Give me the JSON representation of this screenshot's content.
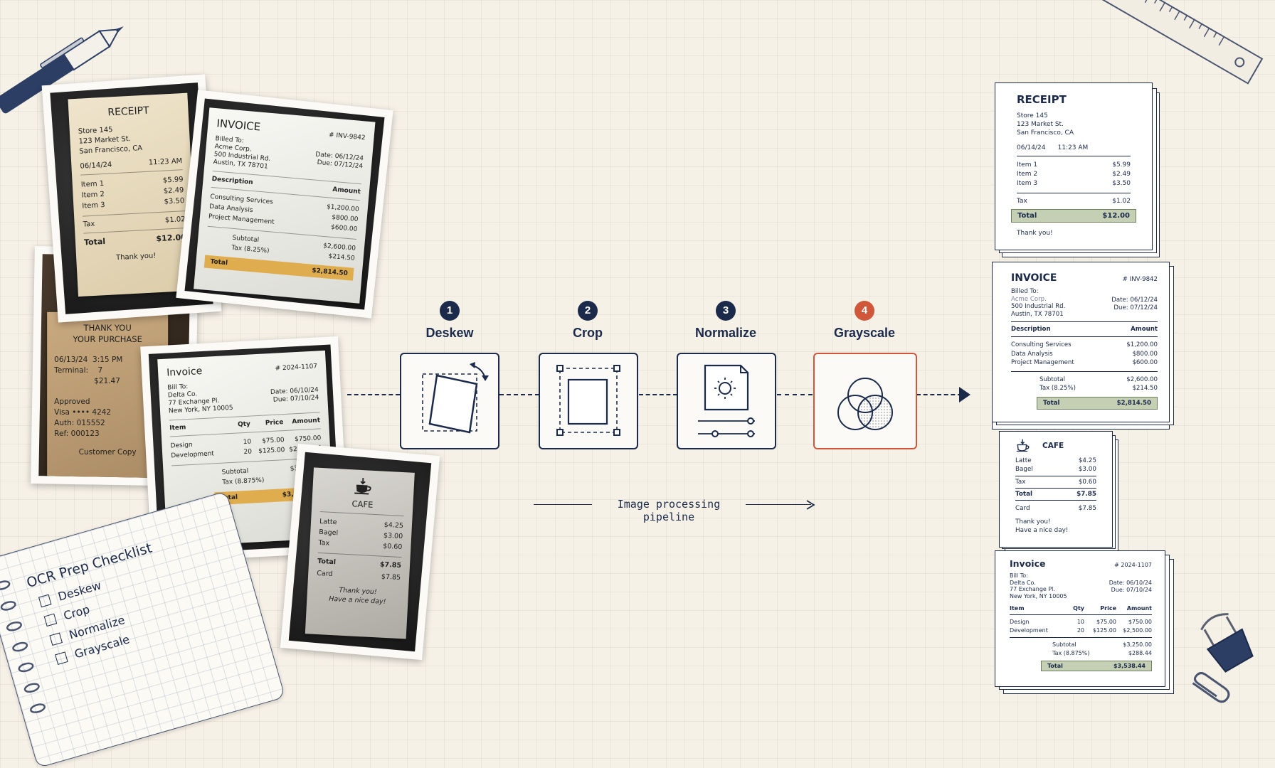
{
  "pipeline": {
    "steps": [
      {
        "num": "1",
        "label": "Deskew"
      },
      {
        "num": "2",
        "label": "Crop"
      },
      {
        "num": "3",
        "label": "Normalize"
      },
      {
        "num": "4",
        "label": "Grayscale"
      }
    ],
    "caption": "Image processing pipeline",
    "accent_color": "#d0573a",
    "ink_color": "#1b2a4a"
  },
  "receipt": {
    "title": "RECEIPT",
    "store": "Store 145",
    "address1": "123 Market St.",
    "address2": "San Francisco, CA",
    "date": "06/14/24",
    "time": "11:23 AM",
    "items": [
      {
        "name": "Item 1",
        "price": "$5.99"
      },
      {
        "name": "Item 2",
        "price": "$2.49"
      },
      {
        "name": "Item 3",
        "price": "$3.50"
      }
    ],
    "tax_label": "Tax",
    "tax": "$1.02",
    "total_label": "Total",
    "total": "$12.00",
    "footer": "Thank you!"
  },
  "invoice1": {
    "title": "INVOICE",
    "number": "# INV-9842",
    "billed_to": "Billed To:",
    "company": "Acme Corp.",
    "address1": "500 Industrial Rd.",
    "address2": "Austin, TX 78701",
    "date": "Date: 06/12/24",
    "due": "Due: 07/12/24",
    "col_desc": "Description",
    "col_amount": "Amount",
    "lines": [
      {
        "desc": "Consulting Services",
        "amount": "$1,200.00"
      },
      {
        "desc": "Data Analysis",
        "amount": "$800.00"
      },
      {
        "desc": "Project Management",
        "amount": "$600.00"
      }
    ],
    "subtotal_label": "Subtotal",
    "subtotal": "$2,600.00",
    "tax_label": "Tax (8.25%)",
    "tax": "$214.50",
    "total_label": "Total",
    "total": "$2,814.50"
  },
  "thankyou": {
    "line1": "THANK YOU",
    "line2": "YOUR PURCHASE",
    "date": "06/13/24",
    "time": "3:15 PM",
    "terminal": "Terminal:",
    "terminal_id": "7",
    "amount": "$21.47",
    "approved": "Approved",
    "visa": "Visa  •••• 4242",
    "auth": "Auth: 015552",
    "ref": "Ref: 000123",
    "footer": "Customer Copy"
  },
  "invoice2": {
    "title": "Invoice",
    "number": "# 2024-1107",
    "bill_to": "Bill To:",
    "company": "Delta Co.",
    "address1": "77 Exchange Pl.",
    "address2": "New York, NY 10005",
    "date": "Date: 06/10/24",
    "due": "Due: 07/10/24",
    "col_item": "Item",
    "col_qty": "Qty",
    "col_price": "Price",
    "col_amount": "Amount",
    "lines": [
      {
        "item": "Design",
        "qty": "10",
        "price": "$75.00",
        "amount": "$750.00"
      },
      {
        "item": "Development",
        "qty": "20",
        "price": "$125.00",
        "amount": "$2,500.00"
      }
    ],
    "subtotal_label": "Subtotal",
    "subtotal": "$3,250.00",
    "tax_label": "Tax (8.875%)",
    "tax": "$288.44",
    "total_label": "Total",
    "total": "$3,538.44"
  },
  "cafe": {
    "title": "CAFE",
    "items": [
      {
        "name": "Latte",
        "price": "$4.25"
      },
      {
        "name": "Bagel",
        "price": "$3.00"
      },
      {
        "name": "Tax",
        "price": "$0.60"
      }
    ],
    "total_label": "Total",
    "total": "$7.85",
    "card_label": "Card",
    "card": "$7.85",
    "footer1": "Thank you!",
    "footer2": "Have a nice day!"
  },
  "notebook": {
    "title": "OCR Prep Checklist",
    "items": [
      "Deskew",
      "Crop",
      "Normalize",
      "Grayscale"
    ]
  }
}
